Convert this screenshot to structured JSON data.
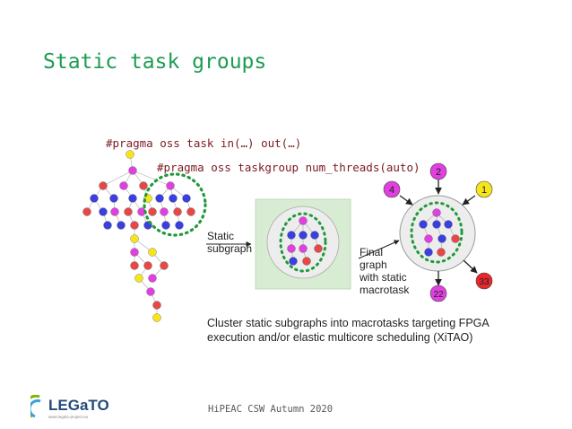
{
  "title": "Static task groups",
  "code_task": "#pragma oss task in(…) out(…)",
  "code_taskgroup": "#pragma oss taskgroup num_threads(auto)",
  "static_subgraph_label": [
    "Static",
    "subgraph"
  ],
  "final_graph_label": [
    "Final",
    "graph",
    "with static",
    "macrotask"
  ],
  "caption": [
    "Cluster static subgraphs into macrotasks targeting FPGA",
    "execution and/or elastic multicore scheduling (XiTAO)"
  ],
  "numbered_nodes": [
    {
      "label": "2",
      "color": "#e040e0"
    },
    {
      "label": "4",
      "color": "#e040e0"
    },
    {
      "label": "1",
      "color": "#f5e51a"
    },
    {
      "label": "33",
      "color": "#e8262c"
    },
    {
      "label": "22",
      "color": "#e040e0"
    }
  ],
  "footer": "HiPEAC CSW Autumn 2020",
  "logo": {
    "name": "LEGaTO",
    "tagline": "www.legato-project.eu"
  },
  "colors": {
    "title": "#1c9c52",
    "code": "#7a1a22",
    "dotted_ring": "#1f9a3a",
    "macro_bg": "#d8ecd3",
    "blue": "#3a3fe0",
    "red": "#e64848",
    "magenta": "#e040e0",
    "yellow": "#f5e51a"
  }
}
